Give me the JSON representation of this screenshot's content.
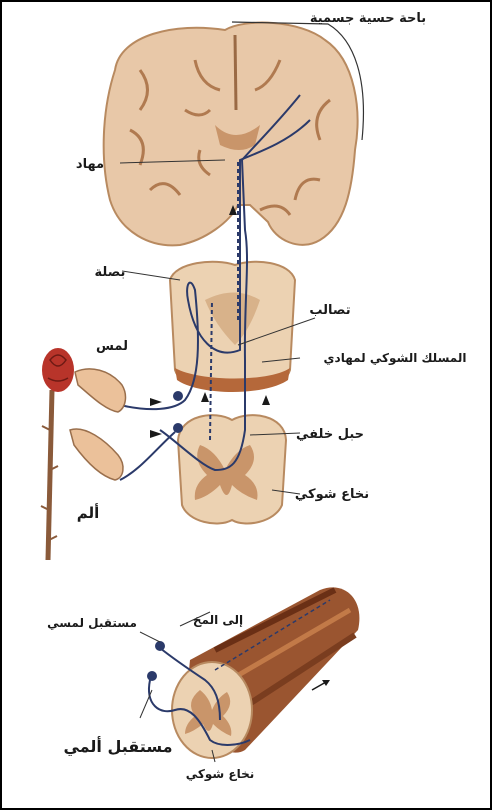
{
  "labels": {
    "somatosensory_area": "باحة حسية جسمية",
    "thalamus": "مهاد",
    "bulb": "بصلة",
    "decussation": "تصالب",
    "spinothalamic_tract": "المسلك الشوكي لمهادي",
    "touch": "لمس",
    "pain": "ألم",
    "dorsal_column": "حبل خلفي",
    "spinal_cord_top": "نخاع شوكي",
    "to_brain": "إلى المخ",
    "touch_receptor": "مستقبل لمسي",
    "pain_receptor": "مستقبل ألمي",
    "spinal_cord_bottom": "نخاع شوكي"
  },
  "colors": {
    "tissue": "#e8c8a8",
    "tissue_dark": "#c9956a",
    "nerve": "#2b3a6a",
    "rose": "#b8342a",
    "cord_stripe": "#7a3d1f"
  }
}
